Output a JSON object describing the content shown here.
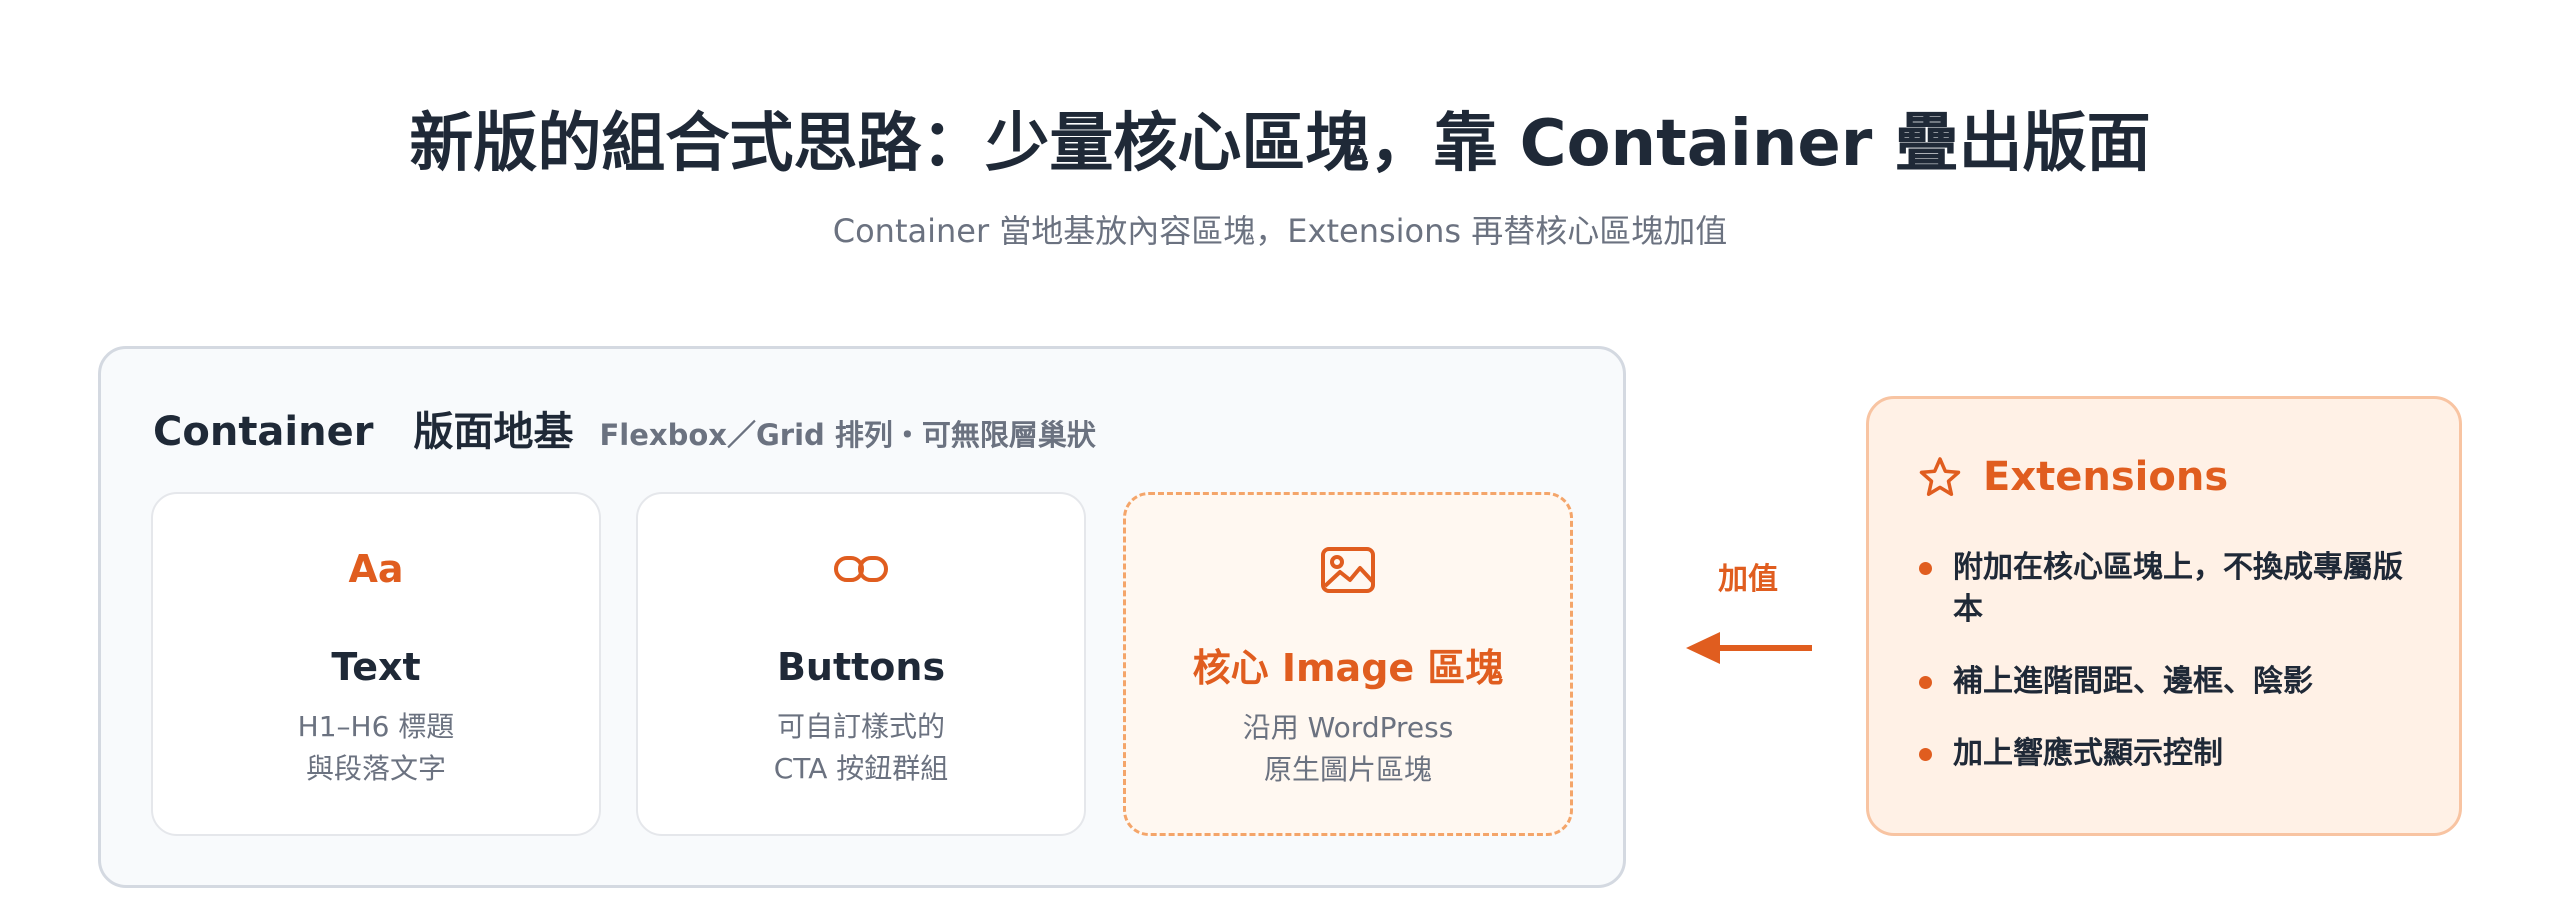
{
  "header": {
    "title": "新版的組合式思路：少量核心區塊，靠 Container 疊出版面",
    "subtitle": "Container 當地基放內容區塊，Extensions 再替核心區塊加值"
  },
  "container_panel": {
    "title": "Container　版面地基",
    "subtitle": "Flexbox／Grid 排列・可無限層巢狀",
    "cards": [
      {
        "icon_text": "Aa",
        "icon": "text-aa-icon",
        "title": "Text",
        "desc_line1": "H1–H6 標題",
        "desc_line2": "與段落文字"
      },
      {
        "icon": "link-buttons-icon",
        "title": "Buttons",
        "desc_line1": "可自訂樣式的",
        "desc_line2": "CTA 按鈕群組"
      },
      {
        "icon": "image-icon",
        "title": "核心 Image 區塊",
        "desc_line1": "沿用 WordPress",
        "desc_line2": "原生圖片區塊"
      }
    ]
  },
  "connector": {
    "label": "加值",
    "icon": "arrow-left-icon"
  },
  "extensions_panel": {
    "icon": "star-icon",
    "title": "Extensions",
    "items": [
      "附加在核心區塊上，不換成專屬版本",
      "補上進階間距、邊框、陰影",
      "加上響應式顯示控制"
    ]
  },
  "colors": {
    "accent": "#e05d1f",
    "text_dark": "#1f2937",
    "text_muted": "#6b7280",
    "panel_bg": "#f8fafc",
    "ext_bg": "#fff1e6",
    "ext_border": "#f8c4a2"
  }
}
